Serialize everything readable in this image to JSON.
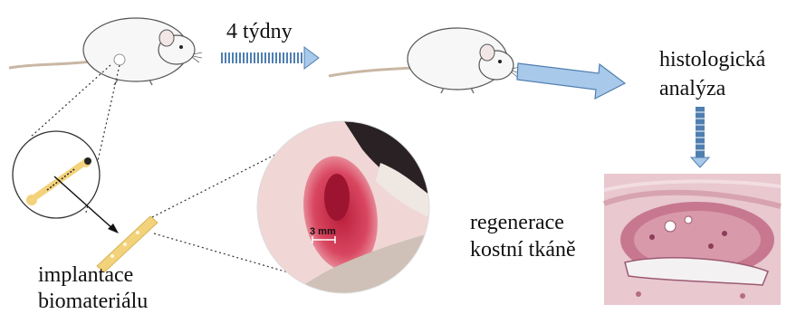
{
  "labels": {
    "duration": "4 týdny",
    "analysis_line1": "histologická",
    "analysis_line2": "analýza",
    "regeneration_line1": "regenerace",
    "regeneration_line2": "kostní tkáně",
    "implant_line1": "implantace",
    "implant_line2": "biomateriálu",
    "scale_bar": "3 mm"
  },
  "icons": {
    "rat_before": "rat-icon",
    "rat_after": "rat-icon",
    "femur": "femur-bone-icon",
    "implant": "implant-rod-icon",
    "surgery_photo": "surgery-photo",
    "histology": "histology-image"
  },
  "colors": {
    "arrow_fill": "#a9c9ea",
    "arrow_stroke": "#4f7fb0",
    "tissue_pink": "#d94660",
    "histology_bg": "#e9c8d0",
    "implant_yellow": "#f2d27a"
  }
}
